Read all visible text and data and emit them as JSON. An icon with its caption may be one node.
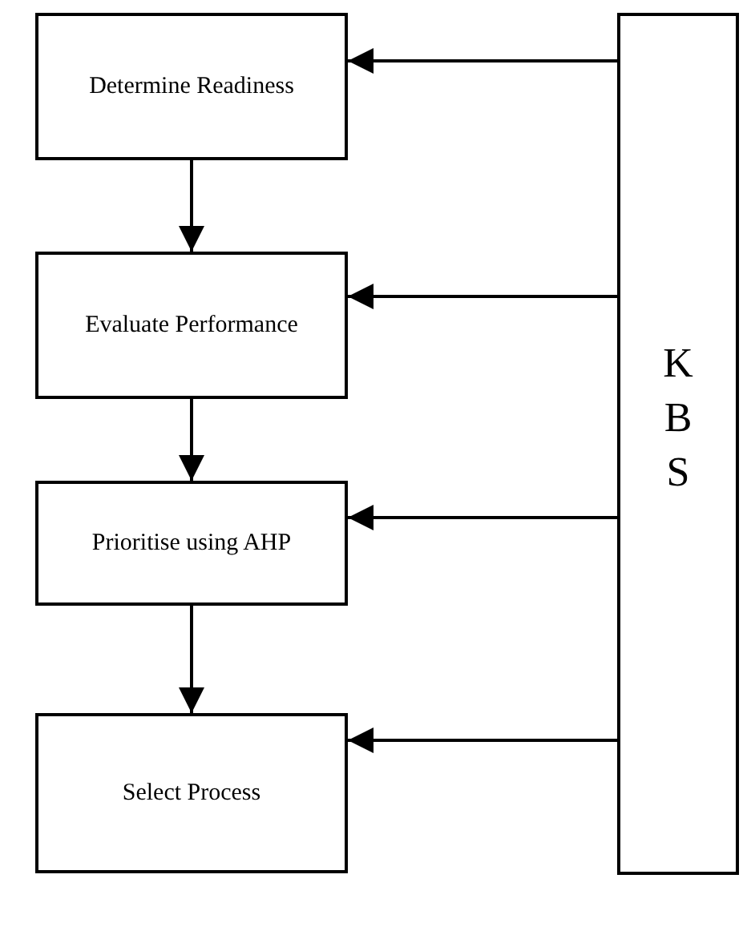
{
  "diagram": {
    "nodes": [
      {
        "text": [
          "Determine Readiness"
        ]
      },
      {
        "text": [
          "Evaluate Performance"
        ]
      },
      {
        "text": [
          "Prioritise using AHP"
        ]
      },
      {
        "text": [
          "Select Process"
        ]
      },
      {
        "text": [
          "KBS"
        ]
      }
    ],
    "edges": [
      {
        "from": 0,
        "to": 1,
        "arrow": "to"
      },
      {
        "from": 1,
        "to": 2,
        "arrow": "to"
      },
      {
        "from": 2,
        "to": 3,
        "arrow": "to"
      },
      {
        "from": 4,
        "to": 0,
        "arrow": "to"
      },
      {
        "from": 4,
        "to": 1,
        "arrow": "to"
      },
      {
        "from": 4,
        "to": 2,
        "arrow": "to"
      },
      {
        "from": 4,
        "to": 3,
        "arrow": "to"
      }
    ]
  }
}
